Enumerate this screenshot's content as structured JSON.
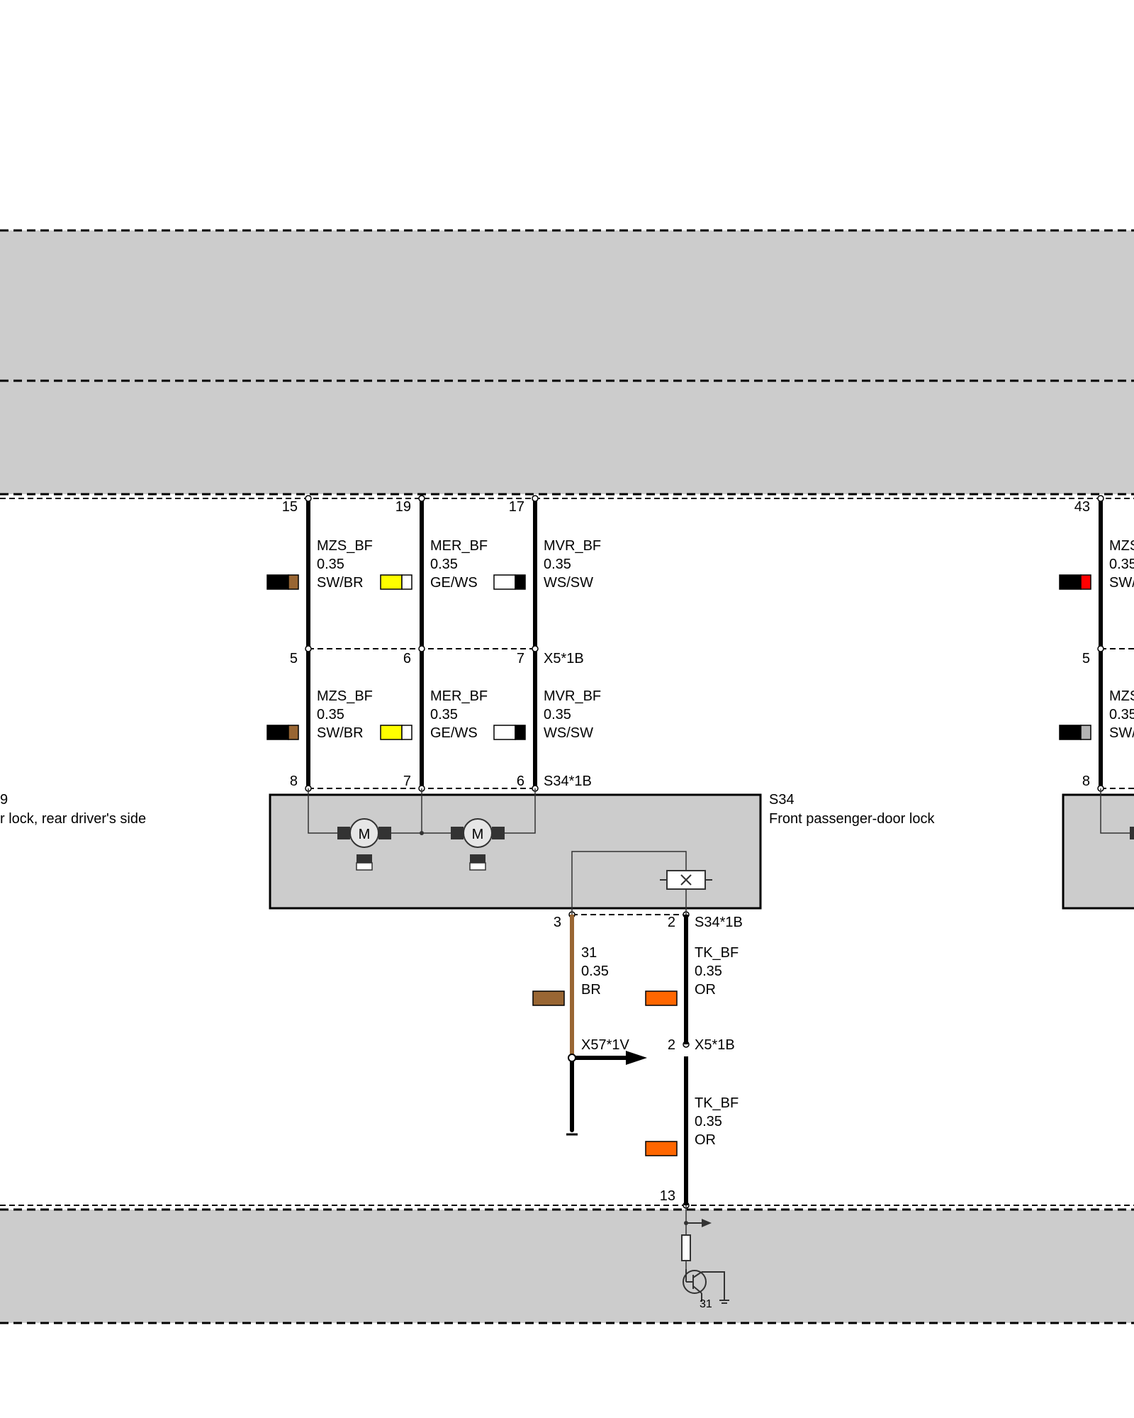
{
  "colors": {
    "SW": "#000000",
    "BR": "#996633",
    "GE": "#ffff00",
    "WS": "#ffffff",
    "OR": "#ff6600",
    "RT": "#ff0000",
    "GR": "#b3b3b3",
    "module_fill": "#cccccc"
  },
  "connectors": {
    "x5_1b": "X5*1B",
    "s34_1b": "S34*1B",
    "x57_1v": "X57*1V"
  },
  "pins": {
    "top": [
      "15",
      "19",
      "17",
      "43"
    ],
    "mid": [
      "5",
      "6",
      "7",
      "5"
    ],
    "lower": [
      "8",
      "7",
      "6",
      "8"
    ],
    "s34_bottom": [
      "3",
      "2"
    ],
    "x5_tk": "2",
    "bottom_module": "13"
  },
  "wires": {
    "mzs": {
      "name": "MZS_BF",
      "size": "0.35",
      "color_code": "SW/BR"
    },
    "mer": {
      "name": "MER_BF",
      "size": "0.35",
      "color_code": "GE/WS"
    },
    "mvr": {
      "name": "MVR_BF",
      "size": "0.35",
      "color_code": "WS/SW"
    },
    "gnd": {
      "name": "31",
      "size": "0.35",
      "color_code": "BR"
    },
    "tk": {
      "name": "TK_BF",
      "size": "0.35",
      "color_code": "OR"
    }
  },
  "right_wires": {
    "upper": {
      "name": "MZS",
      "size": "0.35",
      "color_code": "SW/"
    },
    "lower": {
      "name": "MZS",
      "size": "0.35",
      "color_code": "SW/"
    }
  },
  "components": {
    "s34": {
      "code": "S34",
      "description": "Front passenger-door lock"
    },
    "left_partial": {
      "code": "9",
      "description": "r lock, rear driver's side"
    }
  },
  "ground_label": "31"
}
